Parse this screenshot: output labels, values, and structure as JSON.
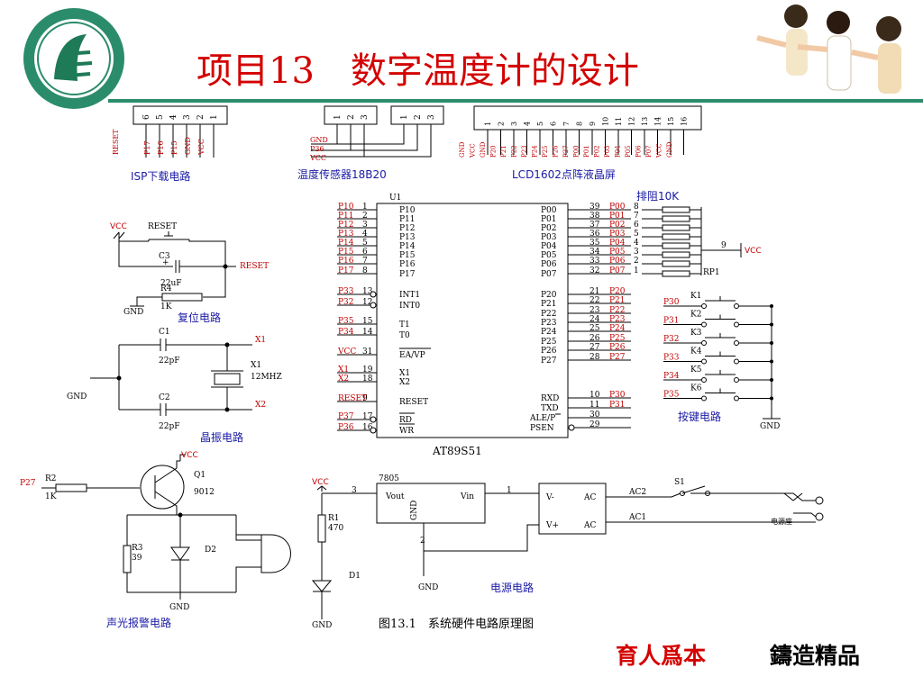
{
  "slide": {
    "title": "项目13　数字温度计的设计",
    "slogan_red": "育人爲本",
    "slogan_black": "鑄造精品"
  },
  "colors": {
    "title": "#d40000",
    "wire": "#000000",
    "pin": "#c00000",
    "label": "#1a1aa6",
    "logo": "#1e7a57",
    "band": "#2b8c6b"
  },
  "figure_caption": "图13.1　系统硬件电路原理图",
  "isp": {
    "caption": "ISP下载电路",
    "pins": [
      "6",
      "5",
      "4",
      "3",
      "2",
      "1"
    ],
    "signals": [
      "P17",
      "P16",
      "P15",
      "GND",
      "VCC"
    ],
    "reset": "RESET"
  },
  "ds18b20": {
    "caption": "温度传感器18B20",
    "pins_a": [
      "1",
      "2",
      "3"
    ],
    "pins_b": [
      "1",
      "2",
      "3"
    ],
    "signals": [
      "GND",
      "P36",
      "VCC"
    ]
  },
  "lcd": {
    "caption": "LCD1602点阵液晶屏",
    "pins": [
      "1",
      "2",
      "3",
      "4",
      "5",
      "6",
      "7",
      "8",
      "9",
      "10",
      "11",
      "12",
      "13",
      "14",
      "15",
      "16"
    ],
    "signals": [
      "GND",
      "VCC",
      "GND",
      "P20",
      "P21",
      "P22",
      "P23",
      "P24",
      "P25",
      "P26",
      "P27",
      "P00",
      "P01",
      "P02",
      "P03",
      "P04",
      "P05",
      "P06",
      "P07",
      "VCC",
      "GND"
    ]
  },
  "mcu": {
    "ref": "U1",
    "name": "AT89S51",
    "left_rows": [
      {
        "net": "P10",
        "num": "1",
        "pin": "P10"
      },
      {
        "net": "P11",
        "num": "2",
        "pin": "P11"
      },
      {
        "net": "P12",
        "num": "3",
        "pin": "P12"
      },
      {
        "net": "P13",
        "num": "4",
        "pin": "P13"
      },
      {
        "net": "P14",
        "num": "5",
        "pin": "P14"
      },
      {
        "net": "P15",
        "num": "6",
        "pin": "P15"
      },
      {
        "net": "P16",
        "num": "7",
        "pin": "P16"
      },
      {
        "net": "P17",
        "num": "8",
        "pin": "P17"
      },
      {
        "net": "P33",
        "num": "13",
        "pin": "INT1"
      },
      {
        "net": "P32",
        "num": "12",
        "pin": "INT0"
      },
      {
        "net": "P35",
        "num": "15",
        "pin": "T1"
      },
      {
        "net": "P34",
        "num": "14",
        "pin": "T0"
      },
      {
        "net": "VCC",
        "num": "31",
        "pin": "EA/VP"
      },
      {
        "net": "X1",
        "num": "19",
        "pin": "X1"
      },
      {
        "net": "X2",
        "num": "18",
        "pin": "X2"
      },
      {
        "net": "RESET",
        "num": "9",
        "pin": "RESET"
      },
      {
        "net": "P37",
        "num": "17",
        "pin": "RD"
      },
      {
        "net": "P36",
        "num": "16",
        "pin": "WR"
      }
    ],
    "right_rows": [
      {
        "pin": "P00",
        "num": "39",
        "net": "P00"
      },
      {
        "pin": "P01",
        "num": "38",
        "net": "P01"
      },
      {
        "pin": "P02",
        "num": "37",
        "net": "P02"
      },
      {
        "pin": "P03",
        "num": "36",
        "net": "P03"
      },
      {
        "pin": "P04",
        "num": "35",
        "net": "P04"
      },
      {
        "pin": "P05",
        "num": "34",
        "net": "P05"
      },
      {
        "pin": "P06",
        "num": "33",
        "net": "P06"
      },
      {
        "pin": "P07",
        "num": "32",
        "net": "P07"
      },
      {
        "pin": "P20",
        "num": "21",
        "net": "P20"
      },
      {
        "pin": "P21",
        "num": "22",
        "net": "P21"
      },
      {
        "pin": "P22",
        "num": "23",
        "net": "P22"
      },
      {
        "pin": "P23",
        "num": "24",
        "net": "P23"
      },
      {
        "pin": "P24",
        "num": "25",
        "net": "P24"
      },
      {
        "pin": "P25",
        "num": "26",
        "net": "P25"
      },
      {
        "pin": "P26",
        "num": "27",
        "net": "P26"
      },
      {
        "pin": "P27",
        "num": "28",
        "net": "P27"
      },
      {
        "pin": "RXD",
        "num": "10",
        "net": "P30"
      },
      {
        "pin": "TXD",
        "num": "11",
        "net": "P31"
      },
      {
        "pin": "ALE/P",
        "num": "30",
        "net": ""
      },
      {
        "pin": "PSEN",
        "num": "29",
        "net": ""
      }
    ]
  },
  "rp1": {
    "caption": "排阻10K",
    "ref": "RP1",
    "pins": [
      "8",
      "7",
      "6",
      "5",
      "4",
      "3",
      "2",
      "1"
    ],
    "common_pin": "9",
    "vcc": "VCC"
  },
  "keys": {
    "caption": "按键电路",
    "items": [
      {
        "net": "P30",
        "ref": "K1"
      },
      {
        "net": "P31",
        "ref": "K2"
      },
      {
        "net": "P32",
        "ref": "K3"
      },
      {
        "net": "P33",
        "ref": "K4"
      },
      {
        "net": "P34",
        "ref": "K5"
      },
      {
        "net": "P35",
        "ref": "K6"
      }
    ],
    "gnd": "GND"
  },
  "reset": {
    "caption": "复位电路",
    "vcc": "VCC",
    "sw": "RESET",
    "c3": "C3",
    "c3_val": "22uF",
    "r4": "R4",
    "r4_val": "1K",
    "net": "RESET",
    "gnd": "GND",
    "plus": "+"
  },
  "crystal": {
    "caption": "晶振电路",
    "c1": "C1",
    "c1_val": "22pF",
    "c2": "C2",
    "c2_val": "22pF",
    "x1": "X1",
    "x1_val": "12MHZ",
    "n1": "X1",
    "n2": "X2",
    "gnd": "GND"
  },
  "alarm": {
    "caption": "声光报警电路",
    "vcc": "VCC",
    "q1": "Q1",
    "q1_val": "9012",
    "r2": "R2",
    "r2_val": "1K",
    "net": "P27",
    "r3": "R3",
    "r3_val": "39",
    "d2": "D2",
    "gnd": "GND"
  },
  "power": {
    "caption": "电源电路",
    "vcc": "VCC",
    "reg": "7805",
    "vout": "Vout",
    "vin": "Vin",
    "gnd_pin": "GND",
    "pin1": "1",
    "pin2": "2",
    "pin3": "3",
    "r1": "R1",
    "r1_val": "470",
    "d1": "D1",
    "gnd": "GND",
    "vminus": "V-",
    "vplus": "V+",
    "ac_a": "AC",
    "ac_b": "AC",
    "ac2": "AC2",
    "ac1": "AC1",
    "s1": "S1",
    "jack": "电源座"
  }
}
